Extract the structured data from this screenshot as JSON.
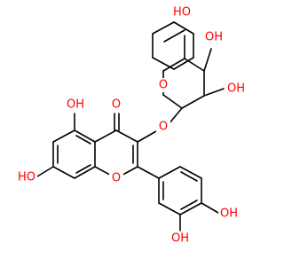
{
  "colors": {
    "bond": "#000000",
    "oxygen": "#ff0000",
    "background": "#ffffff"
  },
  "atoms": {
    "ho_top": "HO",
    "oh_sugar_right": "OH",
    "oh_sugar_bottom": "OH",
    "o_ring_sugar": "O",
    "o_glycosidic": "O",
    "o_carbonyl": "O",
    "oh_c5": "OH",
    "ho_c7": "HO",
    "o_ring_chromone": "O",
    "oh_catechol_4": "OH",
    "oh_catechol_3": "OH"
  }
}
